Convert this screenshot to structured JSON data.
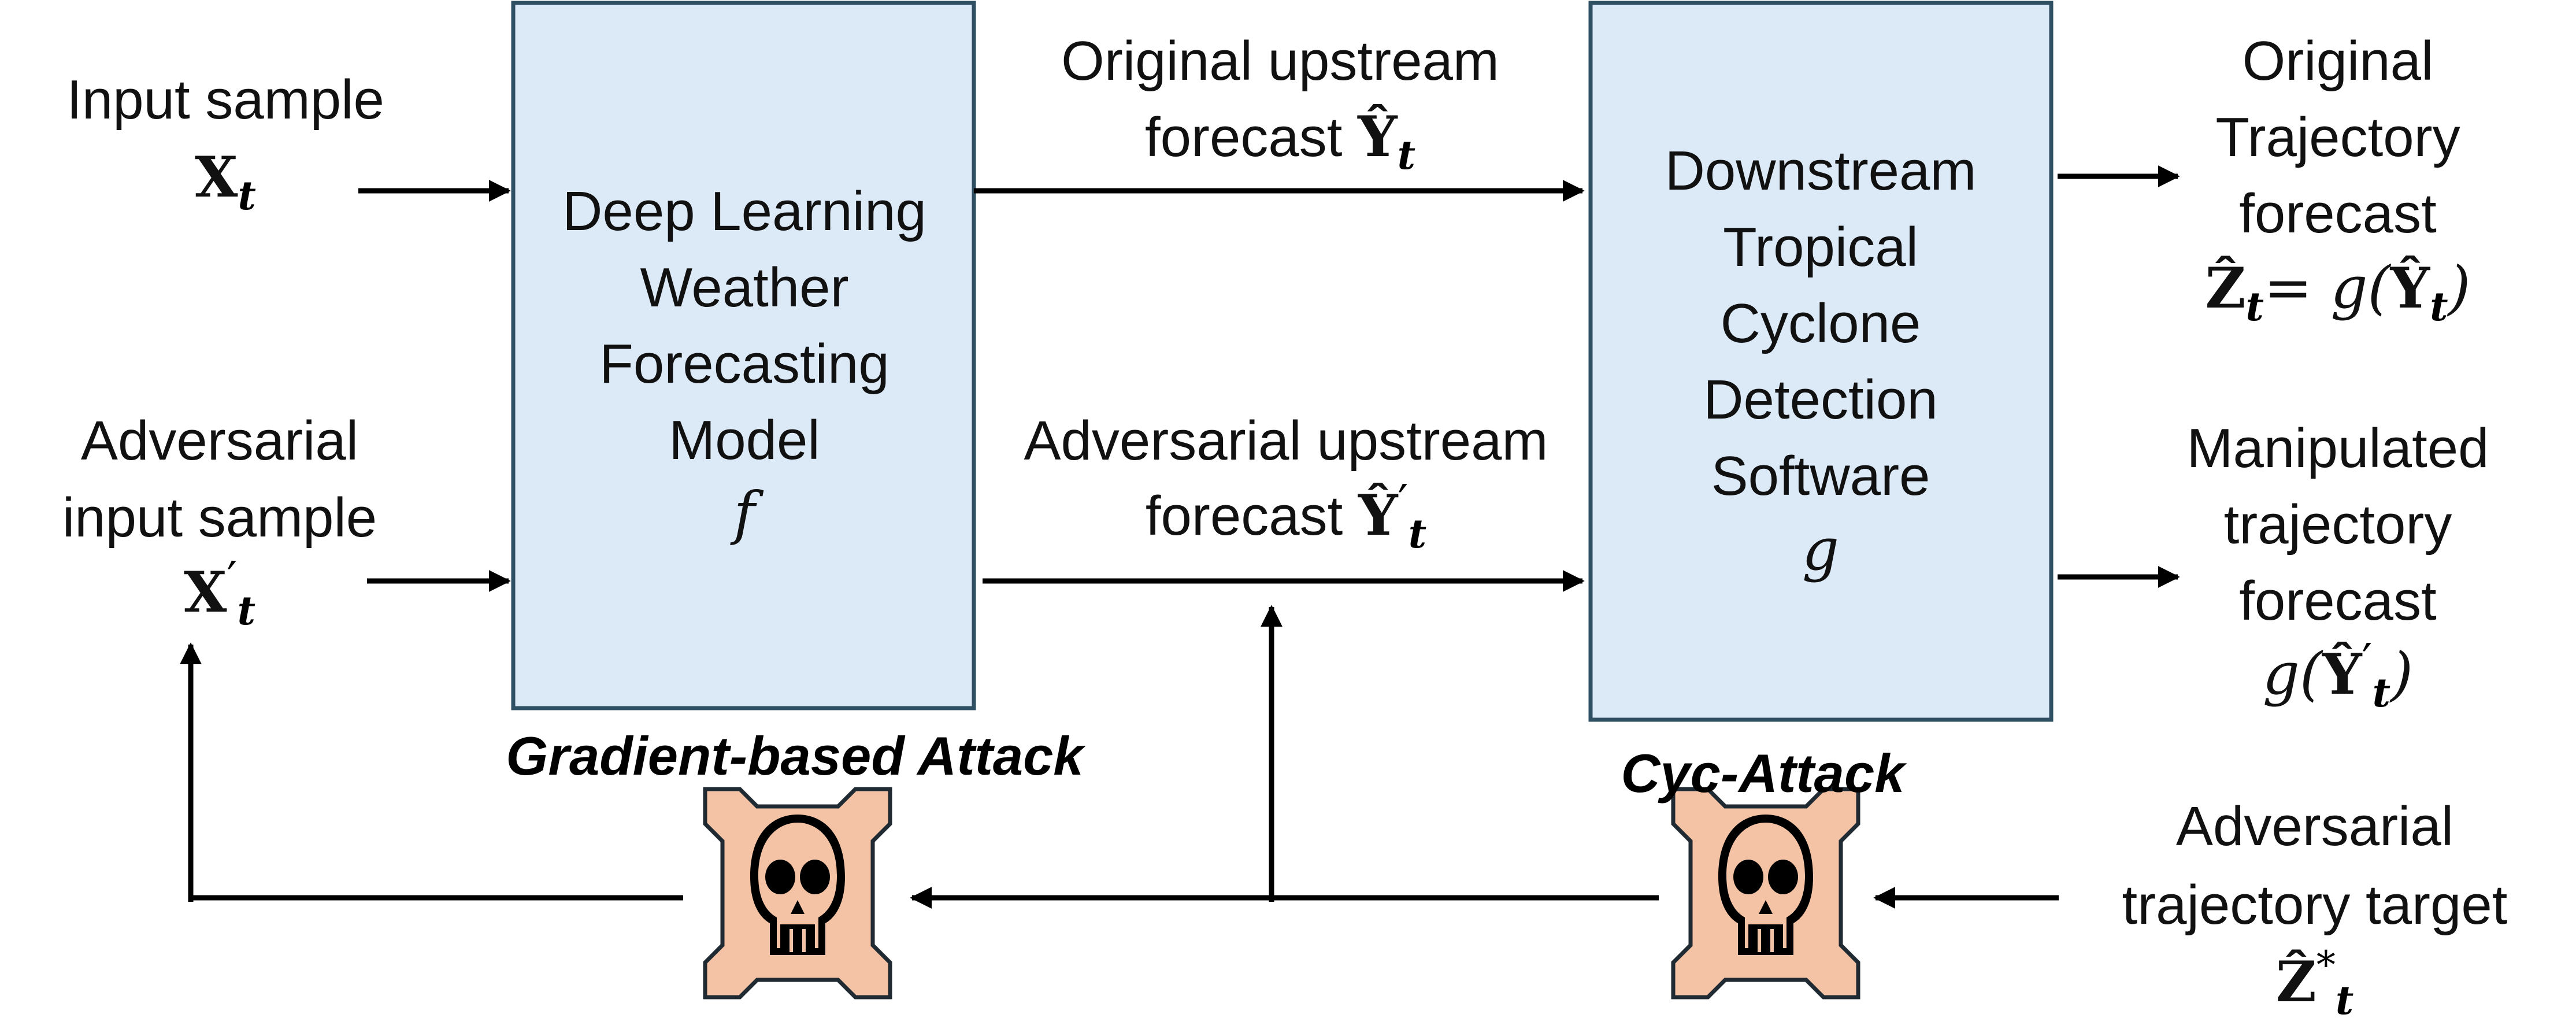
{
  "colors": {
    "box_fill": "#dce9f6",
    "box_stroke": "#2f4f63",
    "skull_frame_fill": "#f4c3a5",
    "line": "#000000"
  },
  "icons": [
    "skull-icon"
  ],
  "inputs": {
    "input_sample": {
      "label": "Input sample",
      "symbol": "X",
      "sub": "t"
    },
    "adversarial_input": {
      "label_line1": "Adversarial",
      "label_line2": "input sample",
      "symbol": "X",
      "prime": "′",
      "sub": "t"
    }
  },
  "model_box": {
    "lines": [
      "Deep Learning",
      "Weather",
      "Forecasting",
      "Model"
    ],
    "symbol": "f"
  },
  "forecasts": {
    "original_upstream": {
      "line1": "Original upstream",
      "line2": "forecast",
      "symbol": "Ŷ",
      "sub": "t"
    },
    "adversarial_upstream": {
      "line1": "Adversarial upstream",
      "line2": "forecast",
      "symbol": "Ŷ",
      "prime": "′",
      "sub": "t"
    }
  },
  "detector_box": {
    "lines": [
      "Downstream",
      "Tropical",
      "Cyclone",
      "Detection",
      "Software"
    ],
    "symbol": "g"
  },
  "outputs": {
    "original_trajectory": {
      "lines": [
        "Original",
        "Trajectory",
        "forecast"
      ],
      "formula_lhs": "Ẑ",
      "formula_sub": "t",
      "formula_eq": "= g(",
      "formula_sym": "Ŷ",
      "formula_sub2": "t",
      "formula_close": ")"
    },
    "manipulated_trajectory": {
      "lines": [
        "Manipulated",
        "trajectory",
        "forecast"
      ],
      "formula_open": "g(",
      "formula_sym": "Ŷ",
      "formula_prime": "′",
      "formula_sub": "t",
      "formula_close": ")"
    }
  },
  "attacks": {
    "gradient": "Gradient-based Attack",
    "cyc": "Cyc-Attack"
  },
  "target": {
    "line1": "Adversarial",
    "line2": "trajectory target",
    "symbol": "Ẑ",
    "sup": "*",
    "sub": "t"
  }
}
